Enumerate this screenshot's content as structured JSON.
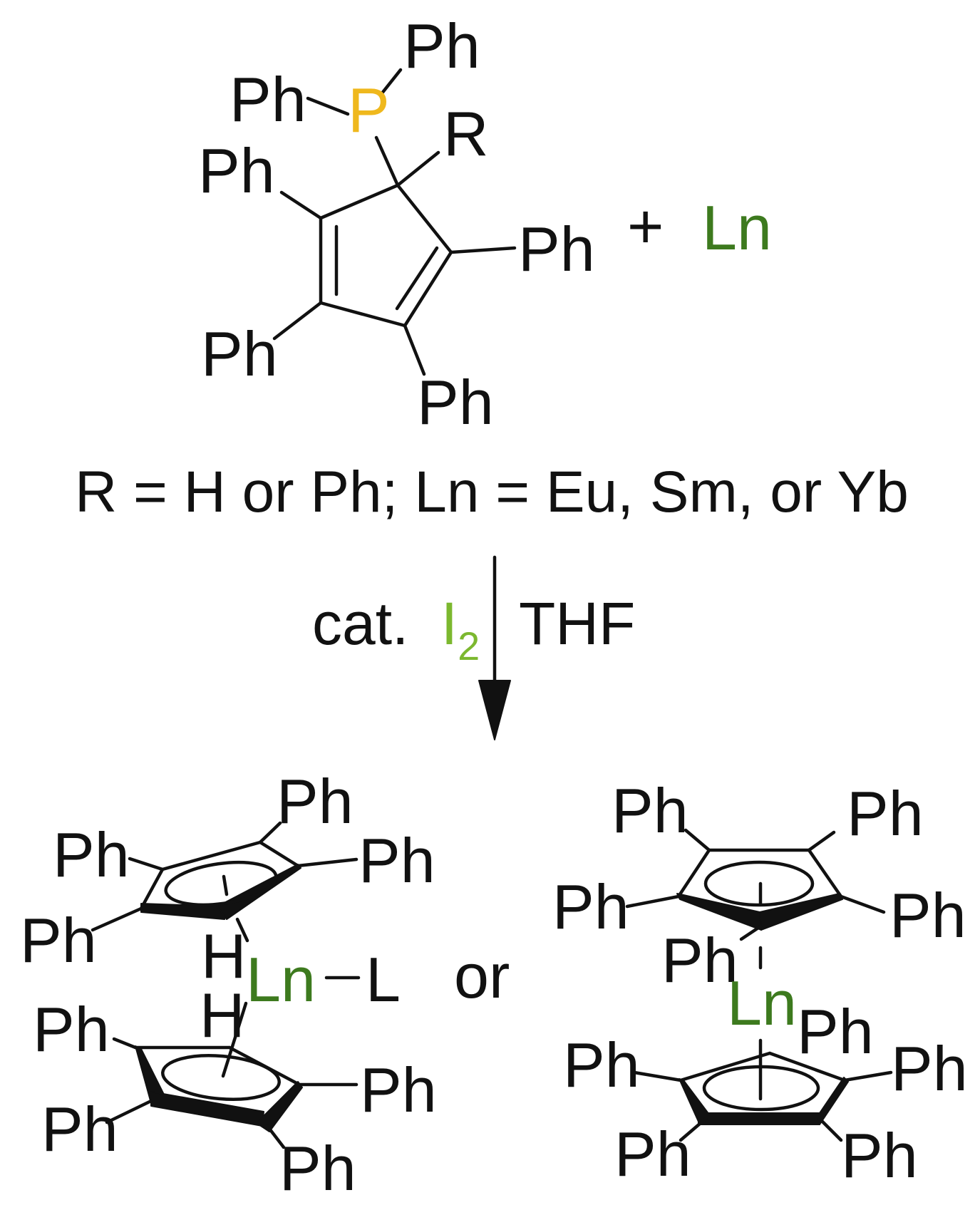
{
  "reactant": {
    "substituent_label": "Ph",
    "phosphorus_label": "P",
    "r_label": "R",
    "plus_sign": "+",
    "metal_label": "Ln"
  },
  "definition_text": "R = H or Ph; Ln = Eu, Sm, or Yb",
  "arrow": {
    "reagent_prefix": "cat.",
    "iodine_symbol": "I",
    "iodine_subscript": "2",
    "solvent": "THF"
  },
  "product_a": {
    "substituent_label": "Ph",
    "hydrogen_label": "H",
    "metal_label": "Ln",
    "ligand_label": "L"
  },
  "connector": "or",
  "product_b": {
    "substituent_label": "Ph",
    "metal_label": "Ln"
  },
  "colors": {
    "phosphorus": "#EFB81D",
    "lanthanide": "#3D7A1E",
    "iodine": "#7CB82F",
    "ink": "#111111"
  }
}
